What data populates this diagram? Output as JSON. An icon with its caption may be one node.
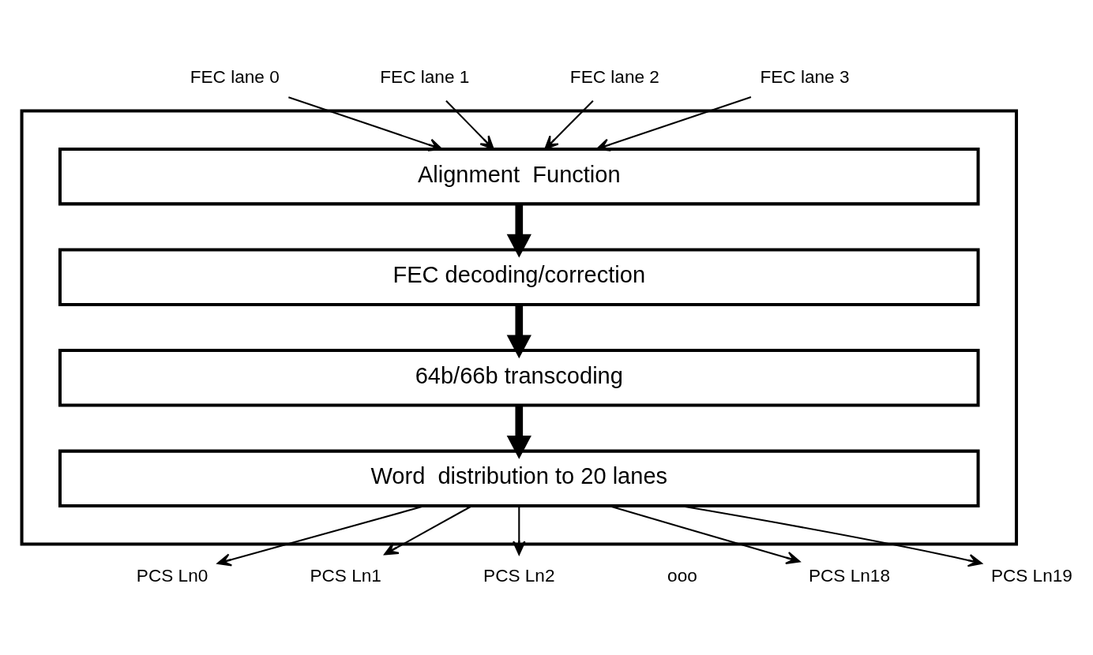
{
  "diagram": {
    "nodes": [
      {
        "text": [
          "FEC lane 0"
        ]
      },
      {
        "text": [
          "FEC lane 1"
        ]
      },
      {
        "text": [
          "FEC lane 2"
        ]
      },
      {
        "text": [
          "FEC lane 3"
        ]
      },
      {
        "text": [],
        "shape": "box"
      },
      {
        "text": [
          "Alignment  Function"
        ],
        "in": 4
      },
      {
        "text": [
          "FEC decoding/correction"
        ],
        "in": 4
      },
      {
        "text": [
          "64b/66b transcoding"
        ],
        "in": 4
      },
      {
        "text": [
          "Word  distribution to 20 lanes"
        ],
        "in": 4
      },
      {
        "text": [
          "PCS Ln0"
        ]
      },
      {
        "text": [
          "PCS Ln1"
        ]
      },
      {
        "text": [
          "PCS Ln2"
        ]
      },
      {
        "text": [
          "PCS Ln18"
        ]
      },
      {
        "text": [
          "PCS Ln19"
        ]
      }
    ],
    "edges": [
      {
        "from": 0,
        "to": 5,
        "arrow": "to"
      },
      {
        "from": 1,
        "to": 5,
        "arrow": "to"
      },
      {
        "from": 2,
        "to": 5,
        "arrow": "to"
      },
      {
        "from": 3,
        "to": 5,
        "arrow": "to"
      },
      {
        "from": 5,
        "to": 6,
        "arrow": "to",
        "style": "thick"
      },
      {
        "from": 6,
        "to": 7,
        "arrow": "to",
        "style": "thick"
      },
      {
        "from": 7,
        "to": 8,
        "arrow": "to",
        "style": "thick"
      },
      {
        "from": 8,
        "to": 9,
        "arrow": "to"
      },
      {
        "from": 8,
        "to": 10,
        "arrow": "to"
      },
      {
        "from": 8,
        "to": 11,
        "arrow": "to"
      },
      {
        "from": 8,
        "to": 12,
        "arrow": "to"
      },
      {
        "from": 8,
        "to": 13,
        "arrow": "to"
      }
    ],
    "labels": [
      "ooo"
    ]
  }
}
